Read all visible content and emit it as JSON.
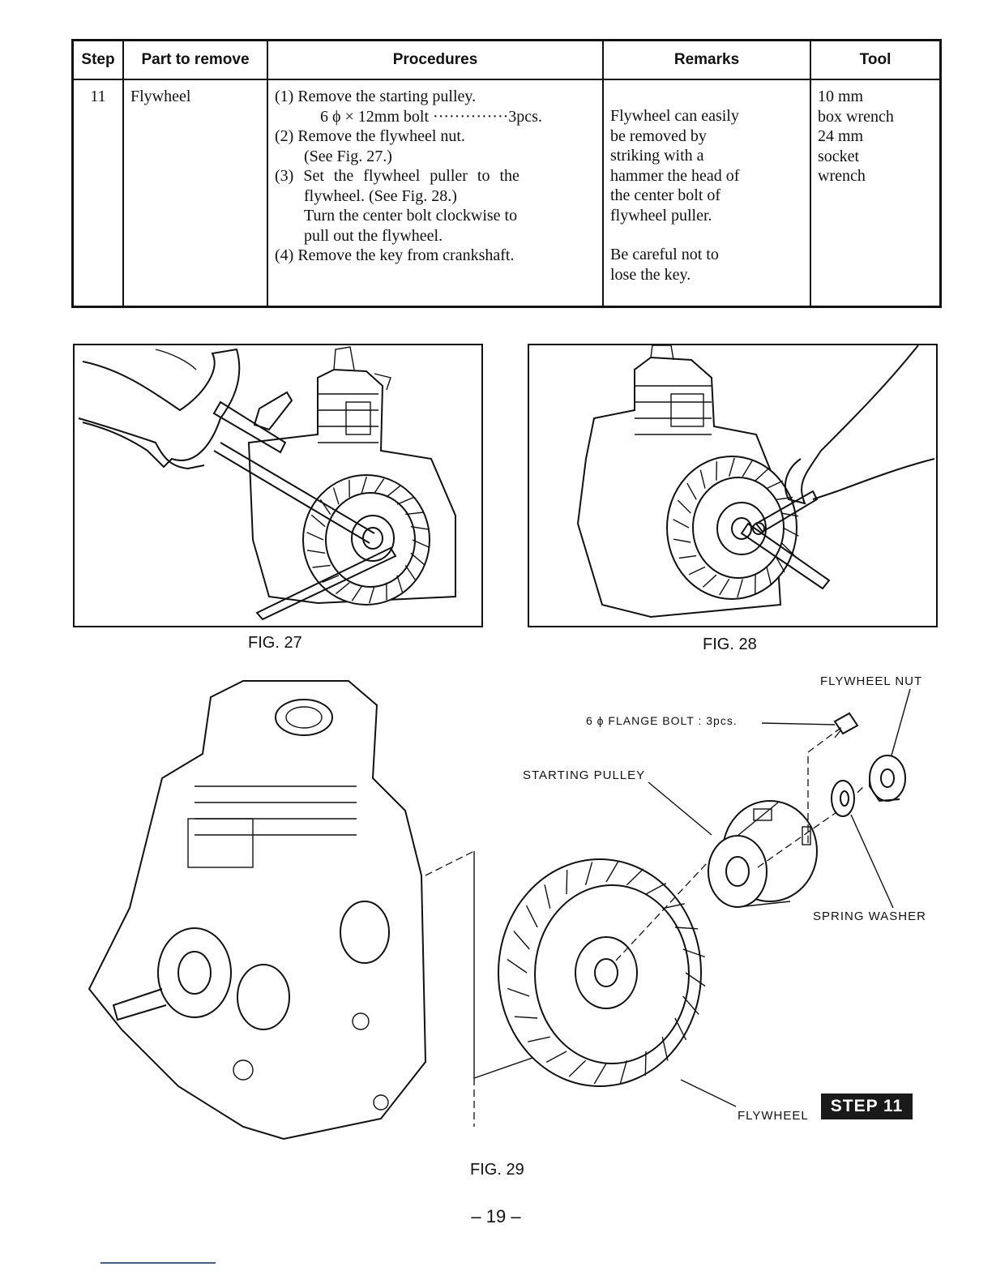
{
  "table": {
    "headers": {
      "step": "Step",
      "part": "Part to remove",
      "procedures": "Procedures",
      "remarks": "Remarks",
      "tool": "Tool"
    },
    "row": {
      "step": "11",
      "part": "Flywheel",
      "procedures": [
        "(1) Remove the starting pulley.",
        "6 ϕ × 12mm bolt ··············3pcs.",
        "(2) Remove the flywheel nut.",
        "(See Fig. 27.)",
        "(3) Set the flywheel puller to the",
        "flywheel. (See Fig. 28.)",
        "Turn the center bolt clockwise to",
        "pull out the flywheel.",
        "(4) Remove the key from crankshaft."
      ],
      "remarks": [
        "Flywheel can easily",
        "be removed by",
        "striking with a",
        "hammer the head of",
        "the center bolt of",
        "flywheel puller.",
        "Be careful not to",
        "lose the key."
      ],
      "tools": [
        "10 mm",
        "box wrench",
        "24 mm",
        "socket",
        "wrench"
      ]
    }
  },
  "figures": {
    "fig27_caption": "FIG. 27",
    "fig28_caption": "FIG. 28",
    "fig29_caption": "FIG. 29"
  },
  "labels": {
    "flywheel_nut": "FLYWHEEL NUT",
    "flange_bolt": "6 ϕ FLANGE BOLT : 3pcs.",
    "starting_pulley": "STARTING PULLEY",
    "spring_washer": "SPRING WASHER",
    "flywheel": "FLYWHEEL"
  },
  "badge": "STEP 11",
  "page_number": "– 19 –"
}
